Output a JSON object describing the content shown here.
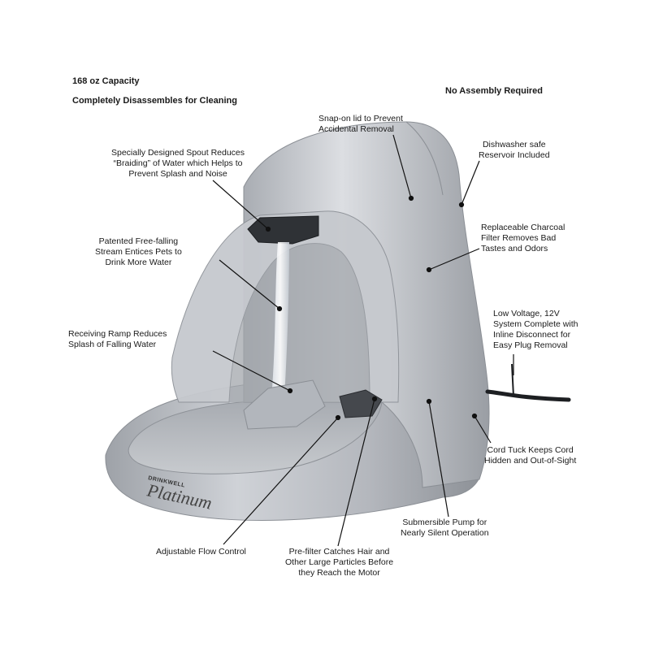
{
  "features": {
    "capacity": "168 oz Capacity",
    "disassembles": "Completely Disassembles for Cleaning",
    "no_assembly": "No Assembly Required"
  },
  "brand": {
    "small": "DRINKWELL",
    "script": "Platinum"
  },
  "callouts": {
    "snap_lid": [
      "Snap-on lid to Prevent",
      "Accidental Removal"
    ],
    "dishwasher": [
      "Dishwasher safe",
      "Reservoir Included"
    ],
    "spout": [
      "Specially Designed Spout Reduces",
      "“Braiding” of Water which Helps to",
      "Prevent Splash and Noise"
    ],
    "charcoal": [
      "Replaceable Charcoal",
      "Filter Removes Bad",
      "Tastes and Odors"
    ],
    "stream": [
      "Patented Free-falling",
      "Stream Entices Pets to",
      "Drink More Water"
    ],
    "low_voltage": [
      "Low Voltage, 12V",
      "System Complete with",
      "Inline Disconnect for",
      "Easy Plug Removal"
    ],
    "ramp": [
      "Receiving Ramp Reduces",
      "Splash of Falling Water"
    ],
    "cord_tuck": [
      "Cord Tuck Keeps Cord",
      "Hidden and Out-of-Sight"
    ],
    "pump": [
      "Submersible Pump for",
      "Nearly Silent Operation"
    ],
    "flow": [
      "Adjustable Flow Control"
    ],
    "prefilter": [
      "Pre-filter Catches Hair and",
      "Other Large Particles Before",
      "they Reach the Motor"
    ]
  },
  "colors": {
    "body": "#b9bcc2",
    "body_shadow": "#8e9298",
    "body_highlight": "#e4e6ea",
    "leader": "#111111"
  }
}
